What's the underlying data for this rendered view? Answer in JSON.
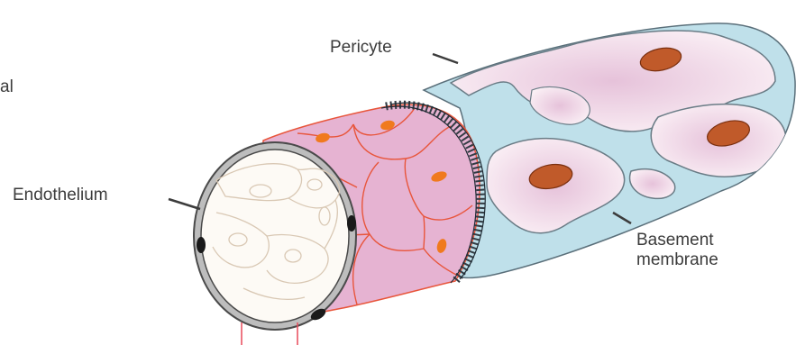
{
  "labels": {
    "partial": "al",
    "pericyte": "Pericyte",
    "endothelium": "Endothelium",
    "basement_line1": "Basement",
    "basement_line2": "membrane"
  },
  "colors": {
    "basement_membrane_fill": "#bfe0ea",
    "pericyte_fill": "#f4e4ee",
    "pericyte_nucleus": "#c05a2a",
    "endothelial_fill": "#e6b3d2",
    "endothelial_lines": "#e8553b",
    "endothelial_nucleus": "#f07a1e",
    "lumen_ring": "#8a8a8a",
    "label_text": "#3c3c3c"
  }
}
